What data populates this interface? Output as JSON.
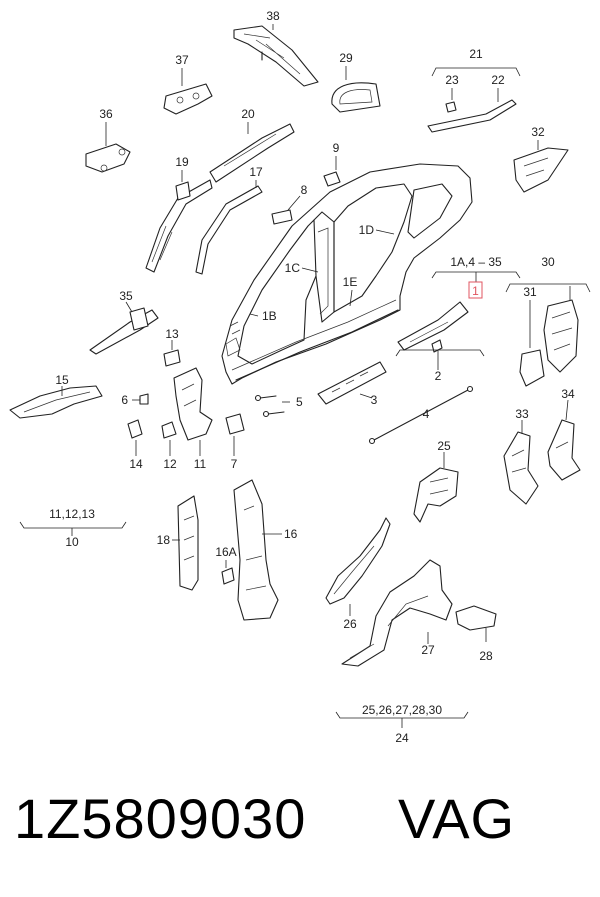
{
  "labels": {
    "p38": "38",
    "p37": "37",
    "p36": "36",
    "p29": "29",
    "p21": "21",
    "p23": "23",
    "p22": "22",
    "p32": "32",
    "p20": "20",
    "p19": "19",
    "p17": "17",
    "p9": "9",
    "p8": "8",
    "p1D": "1D",
    "p1C": "1C",
    "p1E": "1E",
    "p1B": "1B",
    "p35": "35",
    "p13": "13",
    "p15": "15",
    "p6": "6",
    "p5": "5",
    "p3": "3",
    "p2": "2",
    "p4": "4",
    "p1range": "1A,4 – 35",
    "p1": "1",
    "p30": "30",
    "p31": "31",
    "p33": "33",
    "p34": "34",
    "p14": "14",
    "p12": "12",
    "p11": "11",
    "p7": "7",
    "p25": "25",
    "p10range": "11,12,13",
    "p10": "10",
    "p18": "18",
    "p16": "16",
    "p16A": "16A",
    "p26": "26",
    "p27": "27",
    "p28": "28",
    "p24range": "25,26,27,28,30",
    "p24": "24"
  },
  "highlight_color": "#e05560",
  "footer": {
    "part_number": "1Z5809030",
    "brand": "VAG"
  }
}
